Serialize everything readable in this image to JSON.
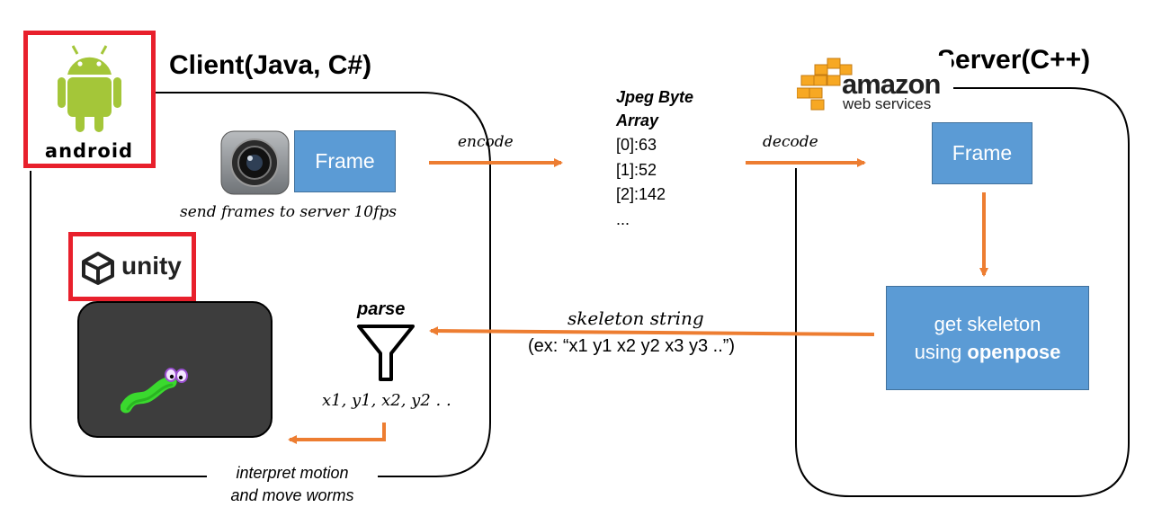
{
  "client": {
    "title": "Client(Java, C#)"
  },
  "server": {
    "title": "Server(C++)"
  },
  "logos": {
    "android": "android-logo",
    "unity": {
      "label": "unity"
    },
    "aws": {
      "word": "amazon",
      "sub": "web services"
    }
  },
  "client_frame": {
    "label": "Frame"
  },
  "server_frame": {
    "label": "Frame"
  },
  "send_caption": "send frames to server 10fps",
  "encode_label": "encode",
  "decode_label": "decode",
  "byte_array": {
    "title_line1": "Jpeg Byte",
    "title_line2": "Array",
    "rows": [
      "[0]:63",
      "[1]:52",
      "[2]:142",
      "..."
    ]
  },
  "skeleton_box": {
    "line1": "get skeleton",
    "line2_prefix": "using ",
    "line2_bold": "openpose"
  },
  "skeleton_string": {
    "label": "skeleton string",
    "example": "(ex: “x1 y1 x2 y2 x3 y3 ..”)"
  },
  "parse": {
    "label": "parse",
    "coords": "x1, y1, x2, y2 . ."
  },
  "interpret": {
    "line1": "interpret motion",
    "line2": "and move worms"
  },
  "colors": {
    "arrow": "#ed7d31",
    "box": "#5b9bd5",
    "logo_frame": "#e8202c",
    "android_green": "#a4c639"
  }
}
